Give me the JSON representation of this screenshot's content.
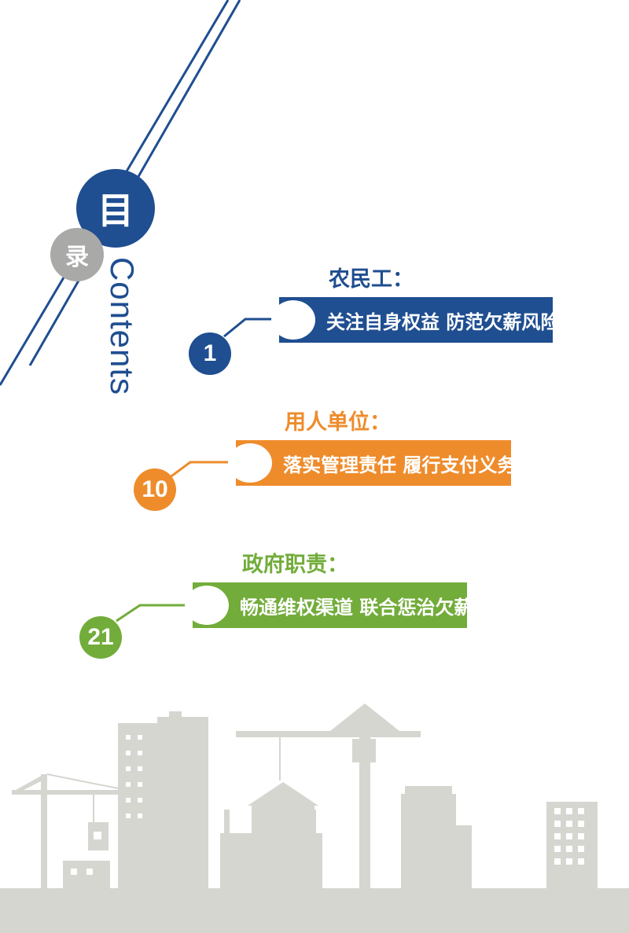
{
  "heading": {
    "main_char": "目",
    "sub_char": "录",
    "contents_word": "Contents"
  },
  "sections": [
    {
      "title": "农民工：",
      "banner": "关注自身权益  防范欠薪风险",
      "page": "1",
      "color": "#1f4e91"
    },
    {
      "title": "用人单位：",
      "banner": "落实管理责任  履行支付义务",
      "page": "10",
      "color": "#ee8c2c"
    },
    {
      "title": "政府职责：",
      "banner": "畅通维权渠道  联合惩治欠薪",
      "page": "21",
      "color": "#72ac3a"
    }
  ],
  "colors": {
    "blue": "#1f4e91",
    "orange": "#ee8c2c",
    "green": "#72ac3a",
    "gray": "#a9a9a8",
    "skyline": "#d5d6d0"
  }
}
